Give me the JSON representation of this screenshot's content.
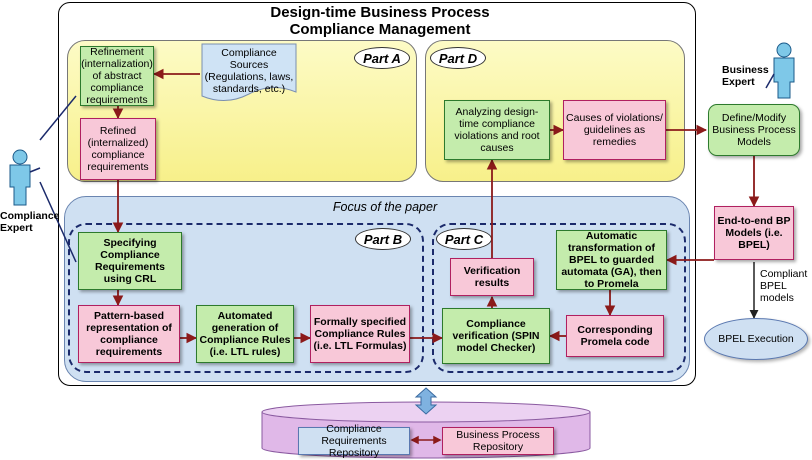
{
  "title": {
    "line1": "Design-time Business Process",
    "line2": "Compliance Management"
  },
  "focus_label": "Focus of the paper",
  "parts": {
    "a": "Part A",
    "b": "Part B",
    "c": "Part C",
    "d": "Part D"
  },
  "actors": {
    "compliance_expert": {
      "line1": "Compliance",
      "line2": "Expert"
    },
    "business_expert": {
      "line1": "Business",
      "line2": "Expert"
    }
  },
  "boxes": {
    "refinement": "Refinement (internalization) of abstract compliance requirements",
    "compliance_sources": {
      "line1": "Compliance",
      "line2": "Sources",
      "line3": "(Regulations, laws,",
      "line4": "standards, etc.)"
    },
    "refined": "Refined (internalized) compliance requirements",
    "analyzing": "Analyzing design-time compliance violations and root causes",
    "causes": "Causes of violations/ guidelines as remedies",
    "define_modify": "Define/Modify Business Process Models",
    "specifying": "Specifying Compliance Requirements using CRL",
    "pattern_based": "Pattern-based representation of compliance requirements",
    "automated_generation": "Automated generation of Compliance Rules (i.e. LTL rules)",
    "formally_specified": "Formally specified Compliance Rules (i.e. LTL Formulas)",
    "verification_results": "Verification results",
    "compliance_verification": "Compliance verification (SPIN model Checker)",
    "automatic_transformation": "Automatic transformation of BPEL to guarded automata (GA), then to Promela",
    "promela_code": "Corresponding Promela code",
    "end_to_end": "End-to-end BP Models (i.e. BPEL)",
    "compliant_bpel": {
      "line1": "Compliant",
      "line2": "BPEL",
      "line3": "models"
    },
    "bpel_execution": "BPEL Execution",
    "compliance_repo": {
      "line1": "Compliance",
      "line2": "Requirements Repository"
    },
    "bp_repo": {
      "line1": "Business Process",
      "line2": "Repository"
    }
  },
  "colors": {
    "green": "#c4ecac",
    "pink": "#f8c8d8",
    "yellow": "#f7f08a",
    "blue": "#cfe0f2",
    "arrow": "#8b1a1a",
    "line": "#1b2a6b"
  }
}
